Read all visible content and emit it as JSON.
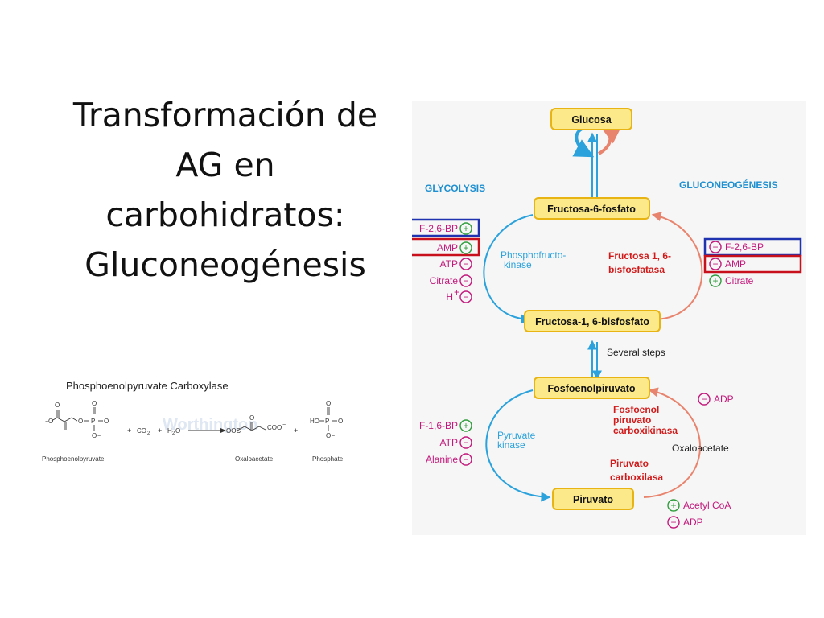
{
  "slide": {
    "title_lines": [
      "Transformación de",
      "AG en",
      "carbohidratos:",
      "Gluconeogénesis"
    ]
  },
  "reaction": {
    "title": "Phosphoenolpyruvate Carboxylase",
    "plus": "+",
    "co2": "CO",
    "co2_sub": "2",
    "h2o_h": "H",
    "h2o_sub": "2",
    "h2o_o": "O",
    "pep_label": "Phosphoenolpyruvate",
    "oaa_label": "Oxaloacetate",
    "phosphate_label": "Phosphate",
    "atom_o": "O",
    "atom_p": "P",
    "atom_ho": "HO",
    "atom_coo": "COO",
    "atom_ooc": "OOC",
    "charge_minus": "−",
    "watermark": "Worthington"
  },
  "diagram": {
    "glucosa": "Glucosa",
    "f6p": "Fructosa-6-fosfato",
    "f16bp": "Fructosa-1, 6-bisfosfato",
    "pep": "Fosfoenolpiruvato",
    "piruvato": "Piruvato",
    "glycolysis": "GLYCOLYSIS",
    "gluconeogenesis": "GLUCONEOGÉNESIS",
    "pfk_line1": "Phosphofructo-",
    "pfk_line2": "kinase",
    "fbpase_line1": "Fructosa 1, 6-",
    "fbpase_line2": "bisfosfatasa",
    "several_steps": "Several steps",
    "pk_line1": "Pyruvate",
    "pk_line2": "kinase",
    "pepck_line1": "Fosfoenol",
    "pepck_line2": "piruvato",
    "pepck_line3": "carboxikinasa",
    "oxaloacetate": "Oxaloacetate",
    "pc_line1": "Piruvato",
    "pc_line2": "carboxilasa",
    "plus_sign": "+",
    "minus_sign": "−",
    "gly_reg1": [
      "F-2,6-BP",
      "AMP",
      "ATP",
      "Citrate",
      "H"
    ],
    "gly_reg1_h_sup": "+",
    "gluco_reg1": [
      "F-2,6-BP",
      "AMP",
      "Citrate"
    ],
    "gly_reg2": [
      "F-1,6-BP",
      "ATP",
      "Alanine"
    ],
    "gluco_reg2_top": "ADP",
    "gluco_reg2_bottom": [
      "Acetyl CoA",
      "ADP"
    ]
  },
  "colors": {
    "box_fill": "#fbe98a",
    "box_stroke": "#e7b414",
    "glycolysis_blue": "#2ba2dc",
    "gluconeo_red": "#e8846e",
    "regulator_magenta": "#c2187b",
    "enzyme_red": "#d21a1a",
    "highlight_blue": "#1f32b0",
    "highlight_red": "#c8101c",
    "label_blue": "#1e8fd0",
    "green": "#2e9d3c"
  }
}
